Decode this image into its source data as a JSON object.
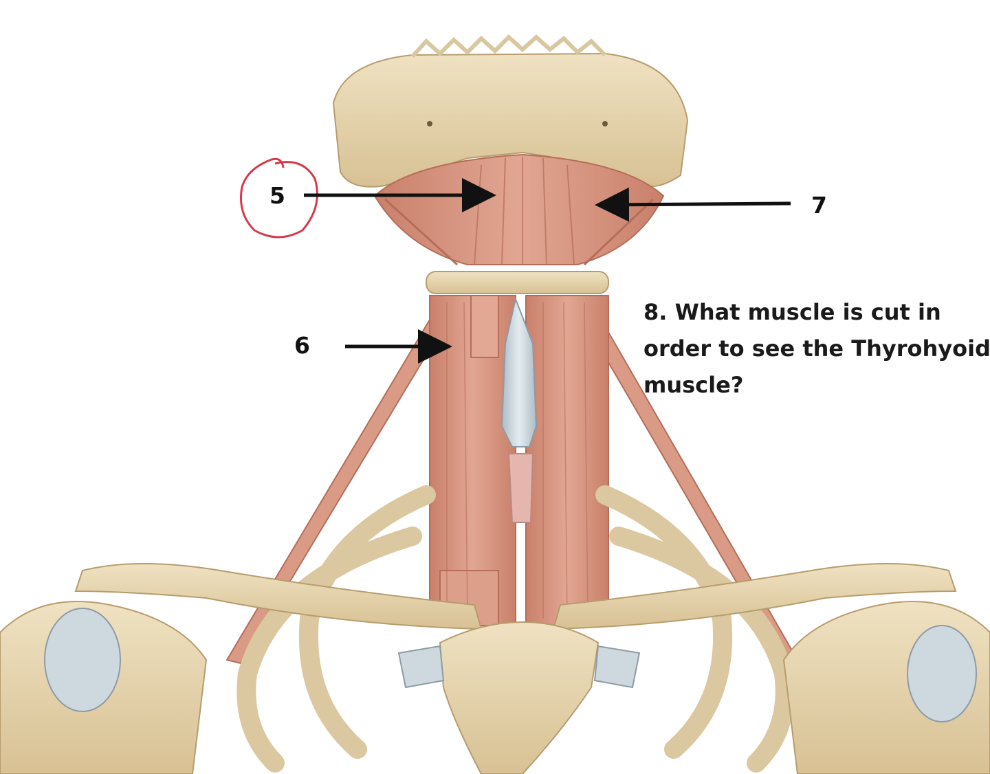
{
  "labels": {
    "five": "5",
    "six": "6",
    "seven": "7"
  },
  "question": {
    "line1": "8. What muscle is cut in",
    "line2": "order to see the Thyrohyoid",
    "line3": "muscle?"
  },
  "colors": {
    "bone": "#e6d6b0",
    "bone_shadow": "#c9b184",
    "muscle": "#d99a86",
    "muscle_dark": "#c47a66",
    "cartilage": "#cdd8df",
    "arrow": "#111111",
    "circle_annotation": "#d63a4a"
  }
}
